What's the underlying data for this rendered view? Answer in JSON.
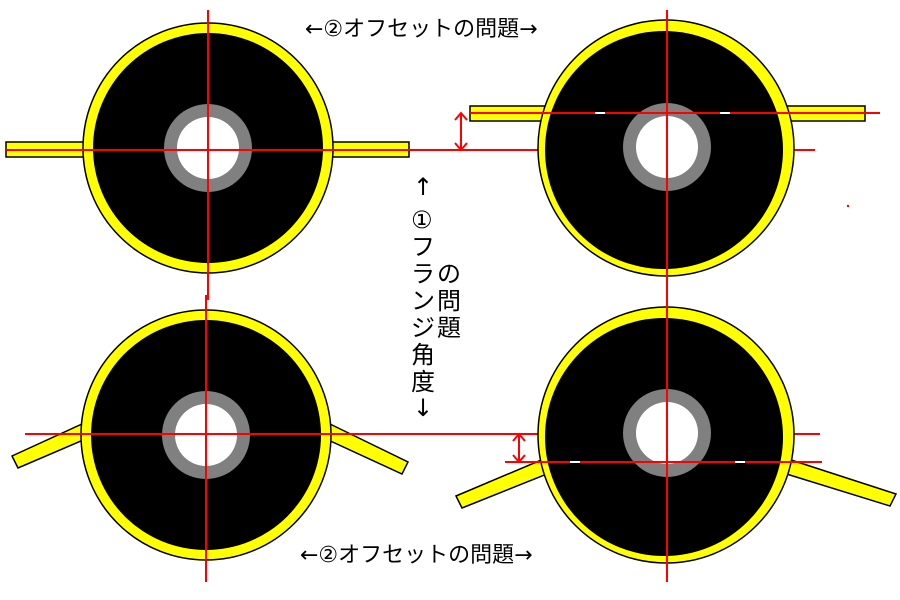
{
  "labels": {
    "offset_top": "←②オフセットの問題→",
    "offset_bottom": "←②オフセットの問題→",
    "vertical": [
      "↑",
      "①",
      "フ",
      "ラ",
      "ン",
      "ジ",
      "角",
      "度",
      "↓"
    ],
    "vertical_right": [
      "の",
      "問",
      "題"
    ]
  },
  "colors": {
    "disk": "#000000",
    "rim": "#ffff00",
    "hub": "#808080",
    "bore": "#ffffff",
    "guide_line": "#ff0000",
    "flange": "#ffff00",
    "outline": "#000000"
  },
  "panels": [
    {
      "id": "top-left",
      "flange": "straight-centered"
    },
    {
      "id": "top-right",
      "flange": "straight-offset-up"
    },
    {
      "id": "bottom-left",
      "flange": "angled-centered"
    },
    {
      "id": "bottom-right",
      "flange": "angled-offset-down"
    }
  ]
}
